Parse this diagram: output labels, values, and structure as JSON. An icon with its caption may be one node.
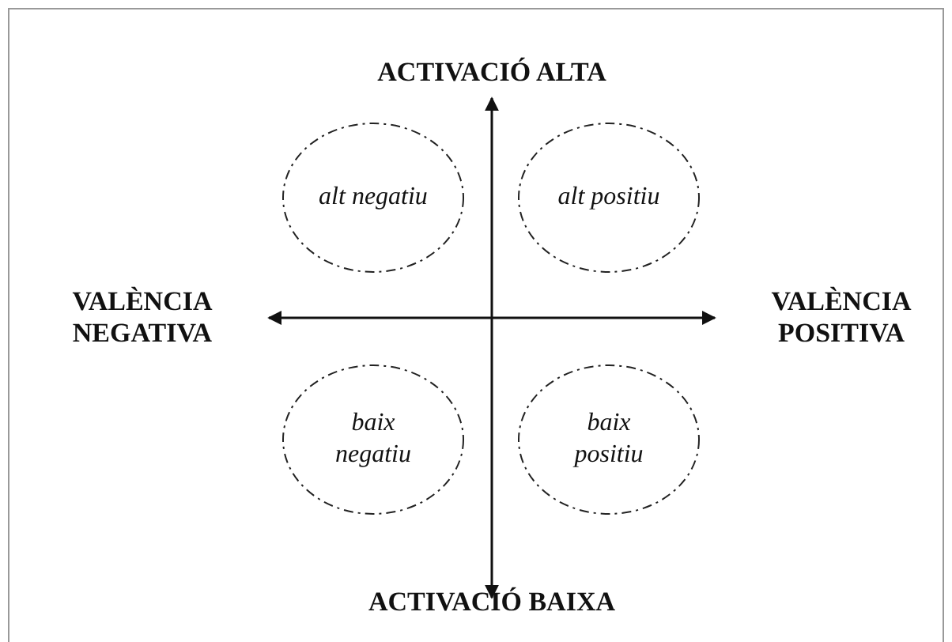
{
  "diagram": {
    "nodes": [
      {
        "text": [
          "alt negatiu"
        ]
      },
      {
        "text": [
          "alt positiu"
        ]
      },
      {
        "text": [
          "baix negatiu"
        ]
      },
      {
        "text": [
          "baix positiu"
        ]
      }
    ],
    "labels": [
      "ACTIVACIÓ ALTA",
      "VALÈNCIA NEGATIVA",
      "VALÈNCIA POSITIVA",
      "ACTIVACIÓ BAIXA"
    ]
  }
}
